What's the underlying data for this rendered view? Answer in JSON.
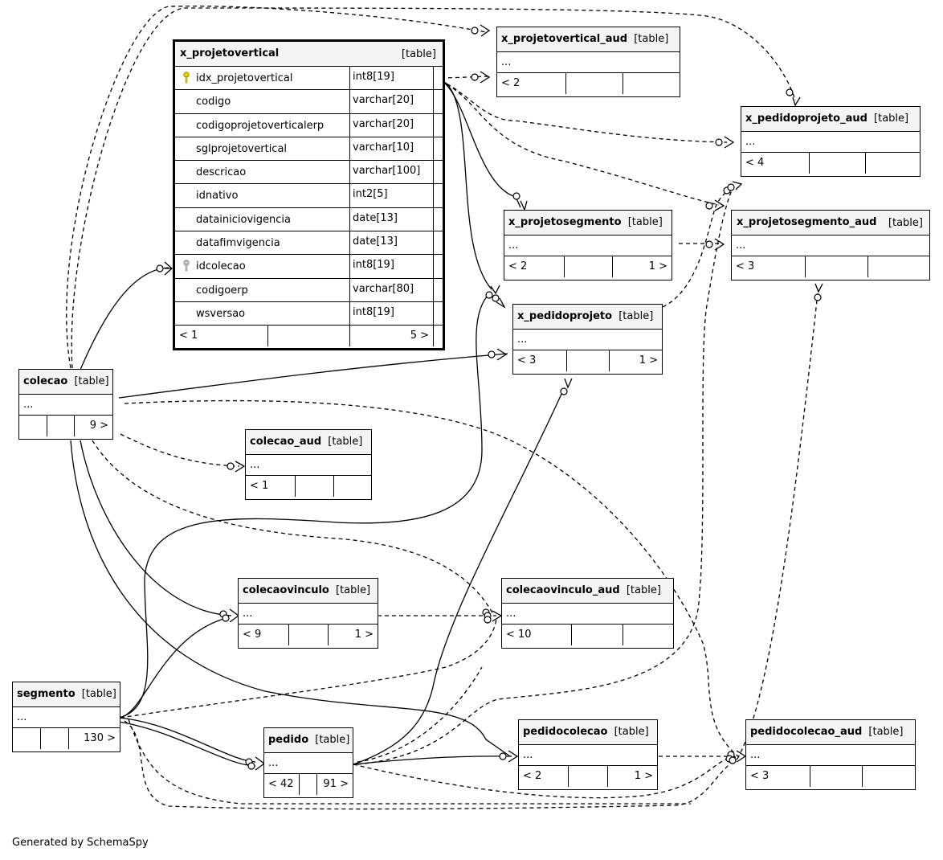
{
  "footer_text": "Generated by SchemaSpy",
  "main_table": {
    "name": "x_projetovertical",
    "type": "[table]",
    "columns": [
      {
        "name": "idx_projetovertical",
        "type": "int8[19]",
        "key": "primary"
      },
      {
        "name": "codigo",
        "type": "varchar[20]",
        "key": ""
      },
      {
        "name": "codigoprojetoverticalerp",
        "type": "varchar[20]",
        "key": ""
      },
      {
        "name": "sglprojetovertical",
        "type": "varchar[10]",
        "key": ""
      },
      {
        "name": "descricao",
        "type": "varchar[100]",
        "key": ""
      },
      {
        "name": "idnativo",
        "type": "int2[5]",
        "key": ""
      },
      {
        "name": "datainiciovigencia",
        "type": "date[13]",
        "key": ""
      },
      {
        "name": "datafimvigencia",
        "type": "date[13]",
        "key": ""
      },
      {
        "name": "idcolecao",
        "type": "int8[19]",
        "key": "foreign"
      },
      {
        "name": "codigoerp",
        "type": "varchar[80]",
        "key": ""
      },
      {
        "name": "wsversao",
        "type": "int8[19]",
        "key": ""
      }
    ],
    "footer": [
      "< 1",
      "",
      "5 >"
    ]
  },
  "tables": {
    "x_projetovertical_aud": {
      "name": "x_projetovertical_aud",
      "type": "[table]",
      "ellipsis": "...",
      "footer": [
        "< 2",
        "",
        ""
      ]
    },
    "x_pedidoprojeto_aud": {
      "name": "x_pedidoprojeto_aud",
      "type": "[table]",
      "ellipsis": "...",
      "footer": [
        "< 4",
        "",
        ""
      ]
    },
    "x_projetosegmento": {
      "name": "x_projetosegmento",
      "type": "[table]",
      "ellipsis": "...",
      "footer": [
        "< 2",
        "",
        "1 >"
      ]
    },
    "x_projetosegmento_aud": {
      "name": "x_projetosegmento_aud",
      "type": "[table]",
      "ellipsis": "...",
      "footer": [
        "< 3",
        "",
        ""
      ]
    },
    "x_pedidoprojeto": {
      "name": "x_pedidoprojeto",
      "type": "[table]",
      "ellipsis": "...",
      "footer": [
        "< 3",
        "",
        "1 >"
      ]
    },
    "colecao": {
      "name": "colecao",
      "type": "[table]",
      "ellipsis": "...",
      "footer": [
        "",
        "",
        "9 >"
      ]
    },
    "colecao_aud": {
      "name": "colecao_aud",
      "type": "[table]",
      "ellipsis": "...",
      "footer": [
        "< 1",
        "",
        ""
      ]
    },
    "colecaovinculo": {
      "name": "colecaovinculo",
      "type": "[table]",
      "ellipsis": "...",
      "footer": [
        "< 9",
        "",
        "1 >"
      ]
    },
    "colecaovinculo_aud": {
      "name": "colecaovinculo_aud",
      "type": "[table]",
      "ellipsis": "...",
      "footer": [
        "< 10",
        "",
        ""
      ]
    },
    "segmento": {
      "name": "segmento",
      "type": "[table]",
      "ellipsis": "...",
      "footer": [
        "",
        "",
        "130 >"
      ]
    },
    "pedido": {
      "name": "pedido",
      "type": "[table]",
      "ellipsis": "...",
      "footer": [
        "< 42",
        "",
        "91 >"
      ]
    },
    "pedidocolecao": {
      "name": "pedidocolecao",
      "type": "[table]",
      "ellipsis": "...",
      "footer": [
        "< 2",
        "",
        "1 >"
      ]
    },
    "pedidocolecao_aud": {
      "name": "pedidocolecao_aud",
      "type": "[table]",
      "ellipsis": "...",
      "footer": [
        "< 3",
        "",
        ""
      ]
    }
  }
}
